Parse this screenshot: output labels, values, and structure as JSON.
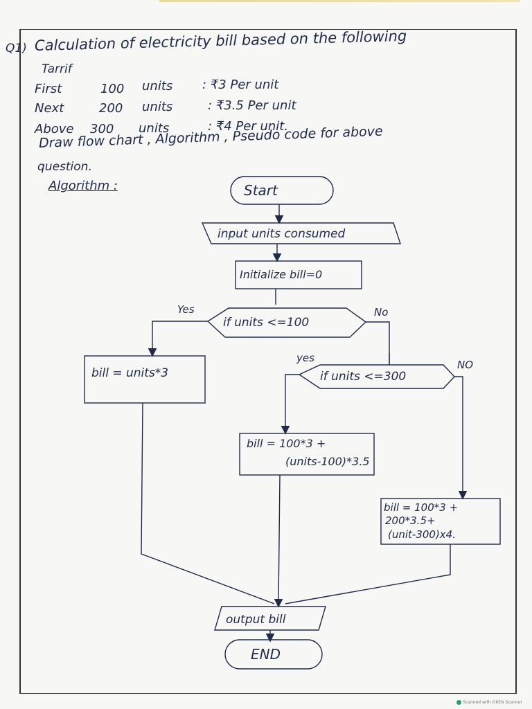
{
  "question": {
    "number": "Q1)",
    "title": "Calculation of electricity bill based on the following",
    "tariff_heading": "Tarrif",
    "tariff_rows": [
      {
        "label": "First",
        "units": "100",
        "word": "units",
        "rate": ": ₹3 Per unit"
      },
      {
        "label": "Next",
        "units": "200",
        "word": "units",
        "rate": ": ₹3.5 Per unit"
      },
      {
        "label": "Above",
        "units": "300",
        "word": "units",
        "rate": ": ₹4 Per unit."
      }
    ],
    "instruction": "Draw flow chart , Algorithm , Pseudo code for above",
    "instruction_cont": "question.",
    "algorithm_label": "Algorithm :"
  },
  "flowchart": {
    "start": "Start",
    "input": "input units consumed",
    "init": "Initialize bill=0",
    "decision1": "if units <=100",
    "yes1": "Yes",
    "no1": "No",
    "bill1": "bill = units*3",
    "decision2": "if units <=300",
    "yes2": "yes",
    "no2": "NO",
    "bill2_line1": "bill = 100*3 +",
    "bill2_line2": "(units-100)*3.5",
    "bill3_line1": "bill = 100*3 +",
    "bill3_line2": "200*3.5+",
    "bill3_line3": "(unit-300)x4.",
    "output": "output bill",
    "end": "END"
  },
  "watermark": "Scanned with OKEN Scanner",
  "colors": {
    "ink": "#1e2a4a",
    "paper": "#f7f7f5"
  }
}
